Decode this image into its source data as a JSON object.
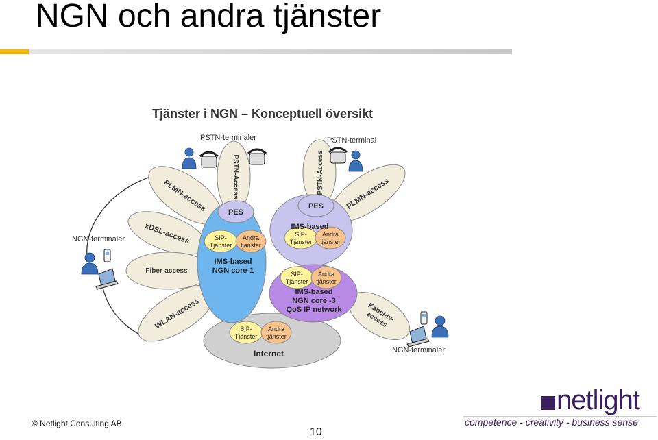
{
  "slide": {
    "title": "NGN och andra tjänster",
    "copyright": "© Netlight Consulting AB",
    "page_number": "10"
  },
  "logo": {
    "word": "netlight",
    "tagline": "competence - creativity - business sense"
  },
  "diagram": {
    "title": "Tjänster i NGN – Konceptuell översikt",
    "labels": {
      "pstn_terminaler": "PSTN-terminaler",
      "pstn_terminal": "PSTN-terminal",
      "ngn_terminaler_left": "NGN-terminaler",
      "ngn_terminaler_right": "NGN-terminaler"
    },
    "access": {
      "plmn_left": "PLMN-access",
      "xdsl": "xDSL-access",
      "fiber": "Fiber-access",
      "wlan": "WLAN-access",
      "pstn_left": "PSTN-Access",
      "pstn_right": "PSTN-Access",
      "plmn_right": "PLMN-access",
      "kabel_line1": "Kabel-tv-",
      "kabel_line2": "access"
    },
    "cores": {
      "pes_left": "PES",
      "pes_right": "PES",
      "core1_line1": "IMS-based",
      "core1_line2": "NGN core-1",
      "ims_top": "IMS-based",
      "core3_line1": "IMS-based",
      "core3_line2": "NGN core -3",
      "core3_line3": "QoS IP network",
      "internet": "Internet"
    },
    "services": {
      "sip_line1": "SIP-",
      "sip_line2": "Tjänster",
      "andra_line1": "Andra",
      "andra_line2": "tjänster"
    },
    "colors": {
      "core1": "#6fb6ee",
      "ims_top": "#c9c4ee",
      "core3": "#b88ae6",
      "internet": "#cfcfcf",
      "access": "#f1ecdc",
      "sip": "#fff3a0",
      "andra": "#f7c38a"
    }
  }
}
